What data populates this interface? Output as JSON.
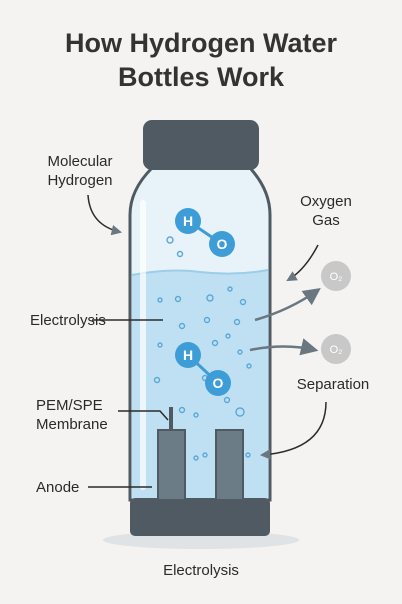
{
  "title": {
    "line1": "How Hydrogen Water",
    "line2": "Bottles Work"
  },
  "labels": {
    "molecular_hydrogen": {
      "line1": "Molecular",
      "line2": "Hydrogen"
    },
    "oxygen_gas": {
      "line1": "Oxygen",
      "line2": "Gas"
    },
    "electrolysis": "Electrolysis",
    "pem": {
      "line1": "PEM/SPE",
      "line2": "Membrane"
    },
    "separation": "Separation",
    "anode": "Anode"
  },
  "molecule": {
    "h": "H",
    "o": "O"
  },
  "o2": "O₂",
  "caption": "Electrolysis",
  "colors": {
    "cap": "#4f5a62",
    "water": "#bfe0f2",
    "molecule": "#3e9dd6",
    "electrode": "#6c7c86",
    "o2_bubble": "#c8c8c8",
    "arrow": "#6b7780"
  }
}
